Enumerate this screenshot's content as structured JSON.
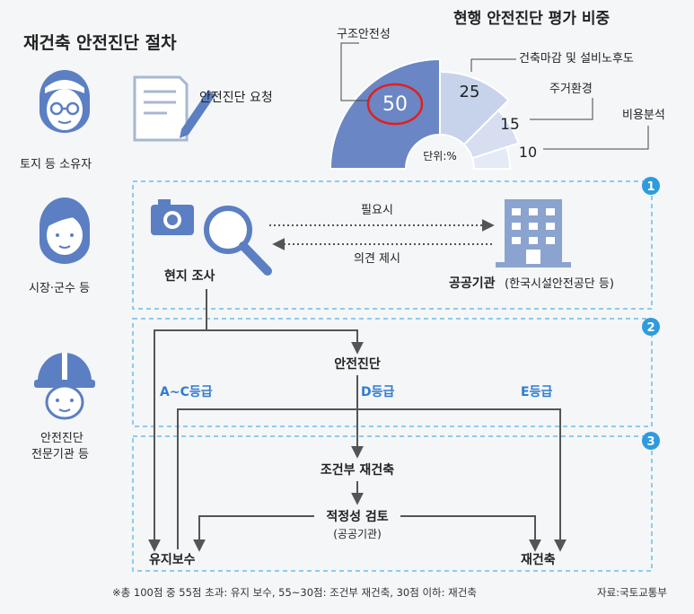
{
  "title": "재건축 안전진단 절차",
  "chart_title": "현행 안전진단 평가 비중",
  "roles": {
    "owner": "토지 등 소유자",
    "mayor": "시장·군수 등",
    "expert_line1": "안전진단",
    "expert_line2": "전문기관 등"
  },
  "request": "안전진단 요청",
  "survey": "현지 조사",
  "need_label": "필요시",
  "opinion_label": "의견 제시",
  "public_org": "공공기관",
  "public_org_note": "(한국시설안전공단 등)",
  "step_numbers": [
    "1",
    "2",
    "3"
  ],
  "diagnosis": "안전진단",
  "grades": {
    "ac": "A~C등급",
    "d": "D등급",
    "e": "E등급"
  },
  "conditional": "조건부 재건축",
  "review": "적정성 검토",
  "review_note": "(공공기관)",
  "maintain": "유지보수",
  "rebuild": "재건축",
  "footnote": "※총 100점 중 55점 초과: 유지 보수, 55~30점: 조건부 재건축, 30점 이하: 재건축",
  "source": "자료:국토교통부",
  "chart_data": {
    "type": "pie",
    "subtype": "half-donut",
    "unit_label": "단위:%",
    "categories": [
      "구조안전성",
      "건축마감 및 설비노후도",
      "주거환경",
      "비용분석"
    ],
    "values": [
      50,
      25,
      15,
      10
    ],
    "highlighted": "구조안전성",
    "colors": [
      "#6b86c4",
      "#c7d3eb",
      "#d6def0",
      "#e4eaf6"
    ]
  },
  "colors": {
    "accent_blue": "#2f7ccf",
    "icon_blue": "#5b7fc2",
    "dash_blue": "#8ecbee",
    "highlight_red": "#e02020"
  }
}
